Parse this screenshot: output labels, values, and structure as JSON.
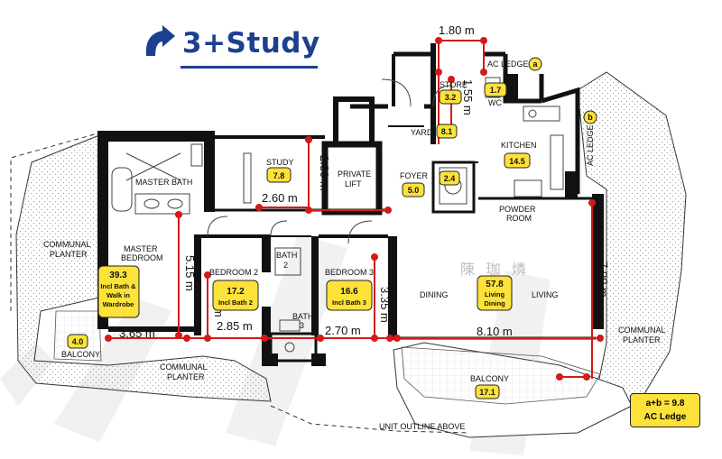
{
  "title": "3+Study",
  "rooms": {
    "master_bath": "MASTER BATH",
    "master_bedroom_l1": "MASTER",
    "master_bedroom_l2": "BEDROOM",
    "master_area": "39.3",
    "master_note_l1": "Incl Bath &",
    "master_note_l2": "Walk in",
    "master_note_l3": "Wardrobe",
    "study": "STUDY",
    "study_area": "7.8",
    "private_lift_l1": "PRIVATE",
    "private_lift_l2": "LIFT",
    "foyer": "FOYER",
    "foyer_area": "5.0",
    "yard": "YARD",
    "yard_area": "8.1",
    "store": "STORE",
    "store_area": "3.2",
    "wc": "WC",
    "wc_area": "1.7",
    "utility_area": "2.4",
    "kitchen": "KITCHEN",
    "kitchen_area": "14.5",
    "powder_l1": "POWDER",
    "powder_l2": "ROOM",
    "ac_ledge_top": "AC LEDGE",
    "ac_ledge_top_tag": "a",
    "ac_ledge_side": "AC LEDGE",
    "ac_ledge_side_tag": "b",
    "bedroom2": "BEDROOM 2",
    "bedroom2_area": "17.2",
    "bedroom2_note": "Incl Bath 2",
    "bath2_l1": "BATH",
    "bath2_l2": "2",
    "bedroom3": "BEDROOM 3",
    "bedroom3_area": "16.6",
    "bedroom3_note": "Incl Bath 3",
    "bath3_l1": "BATH",
    "bath3_l2": "3",
    "dining": "DINING",
    "living": "LIVING",
    "living_area": "57.8",
    "living_note_l1": "Living",
    "living_note_l2": "Dining",
    "balcony_left": "BALCONY",
    "balcony_left_area": "4.0",
    "balcony_main": "BALCONY",
    "balcony_main_area": "17.1",
    "planter_left_l1": "COMMUNAL",
    "planter_left_l2": "PLANTER",
    "planter_bottom_l1": "COMMUNAL",
    "planter_bottom_l2": "PLANTER",
    "planter_right_l1": "COMMUNAL",
    "planter_right_l2": "PLANTER",
    "unit_outline": "UNIT OUTLINE ABOVE",
    "watermark": "陳 珈 燐"
  },
  "dimensions": {
    "top": "1.80 m",
    "store_height": "1.55 m",
    "study_height": "2.80 m",
    "study_width": "2.60 m",
    "master_height": "5.15 m",
    "bed2_height": "3.35 m",
    "bed3_height": "3.35 m",
    "balcony_width": "3.65 m",
    "bed2_width": "2.85 m",
    "bed3_width": "2.70 m",
    "living_width": "8.10 m",
    "living_height": "7.00 m"
  },
  "ac_summary": {
    "line1": "a+b = 9.8",
    "line2": "AC Ledge"
  },
  "colors": {
    "wall": "#111111",
    "dimension": "#d21b1b",
    "label_fill": "#fde23a",
    "title": "#1d3f8f",
    "hatch": "#9a9a9a"
  }
}
